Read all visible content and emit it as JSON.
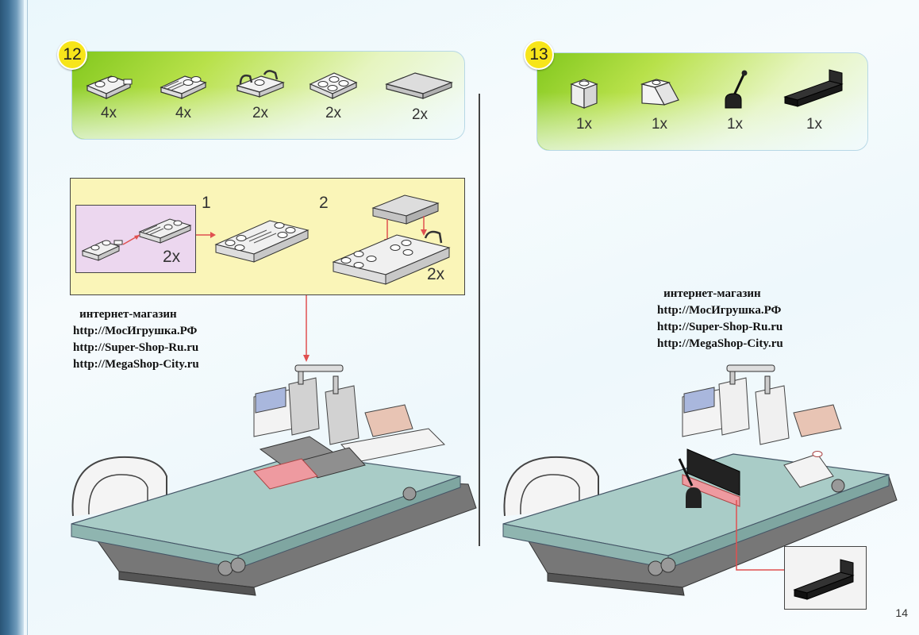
{
  "steps": [
    {
      "number": "12",
      "parts": [
        {
          "icon": "plate-1x2-clip-brick-icon",
          "qty": "4x"
        },
        {
          "icon": "plate-1x2-grille-brick-icon",
          "qty": "4x"
        },
        {
          "icon": "plate-handle-brick-icon",
          "qty": "2x"
        },
        {
          "icon": "plate-2x2-brick-icon",
          "qty": "2x"
        },
        {
          "icon": "tile-2x4-brick-icon",
          "qty": "2x"
        }
      ],
      "substeps": {
        "first": "1",
        "second": "2",
        "qty_a": "2x",
        "qty_b": "2x"
      }
    },
    {
      "number": "13",
      "parts": [
        {
          "icon": "brick-1x1-white-icon",
          "qty": "1x"
        },
        {
          "icon": "slope-brick-white-icon",
          "qty": "1x"
        },
        {
          "icon": "lever-black-icon",
          "qty": "1x"
        },
        {
          "icon": "panel-1x4-black-icon",
          "qty": "1x"
        }
      ]
    }
  ],
  "watermark": {
    "heading": "интернет-магазин",
    "lines": [
      "http://МосИгрушка.РФ",
      "http://Super-Shop-Ru.ru",
      "http://MegaShop-City.ru"
    ]
  },
  "page_number": "14",
  "colors": {
    "badge": "#f7e51a",
    "arrow": "#e05050",
    "plate": "#a9ccc7",
    "stud": "#8e9594"
  }
}
